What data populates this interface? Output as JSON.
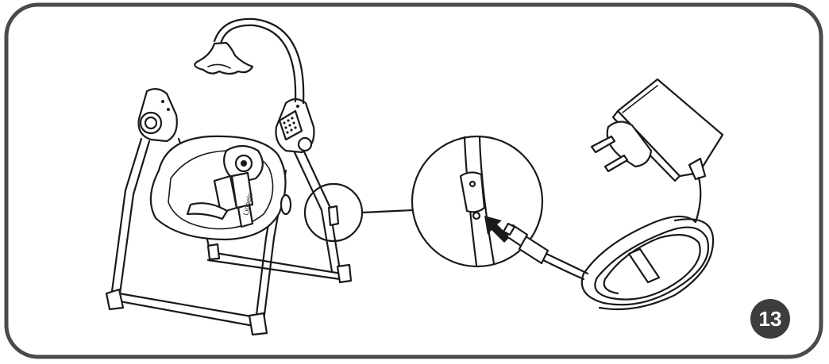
{
  "figure": {
    "step_number": "13",
    "brand_label": "Lionelo",
    "colors": {
      "outline": "#1a1a1a",
      "frame": "#4a4a4a",
      "background": "#ffffff",
      "badge": "#3d3d3d"
    }
  },
  "illustrations": [
    {
      "name": "baby-swing",
      "icon": "baby-swing-icon"
    },
    {
      "name": "detail-magnifier",
      "icon": "magnifier-circle-icon"
    },
    {
      "name": "insert-arrow",
      "icon": "arrow-up-left-icon"
    },
    {
      "name": "power-adapter",
      "icon": "power-adapter-icon"
    }
  ]
}
